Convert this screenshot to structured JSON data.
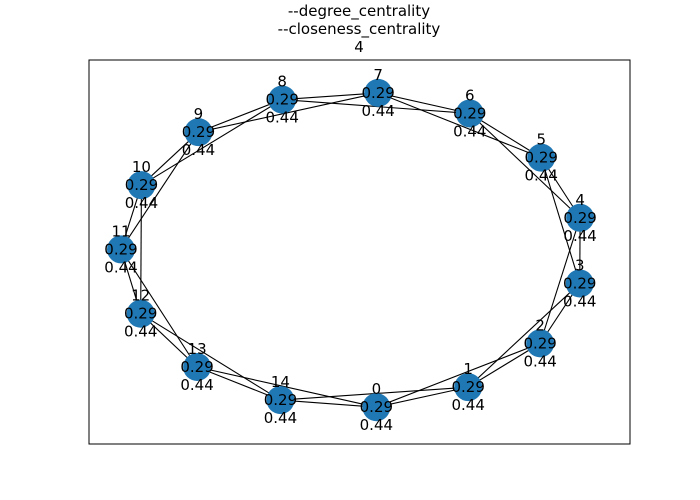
{
  "title_lines": [
    "--degree_centrality",
    "--closeness_centrality",
    "4"
  ],
  "node_color": "#1f77b4",
  "edge_color": "#000000",
  "graph": {
    "nodes": [
      {
        "id": "0",
        "degree_centrality": "0.29",
        "closeness_centrality": "0.44"
      },
      {
        "id": "1",
        "degree_centrality": "0.29",
        "closeness_centrality": "0.44"
      },
      {
        "id": "2",
        "degree_centrality": "0.29",
        "closeness_centrality": "0.44"
      },
      {
        "id": "3",
        "degree_centrality": "0.29",
        "closeness_centrality": "0.44"
      },
      {
        "id": "4",
        "degree_centrality": "0.29",
        "closeness_centrality": "0.44"
      },
      {
        "id": "5",
        "degree_centrality": "0.29",
        "closeness_centrality": "0.44"
      },
      {
        "id": "6",
        "degree_centrality": "0.29",
        "closeness_centrality": "0.44"
      },
      {
        "id": "7",
        "degree_centrality": "0.29",
        "closeness_centrality": "0.44"
      },
      {
        "id": "8",
        "degree_centrality": "0.29",
        "closeness_centrality": "0.44"
      },
      {
        "id": "9",
        "degree_centrality": "0.29",
        "closeness_centrality": "0.44"
      },
      {
        "id": "10",
        "degree_centrality": "0.29",
        "closeness_centrality": "0.44"
      },
      {
        "id": "11",
        "degree_centrality": "0.29",
        "closeness_centrality": "0.44"
      },
      {
        "id": "12",
        "degree_centrality": "0.29",
        "closeness_centrality": "0.44"
      },
      {
        "id": "13",
        "degree_centrality": "0.29",
        "closeness_centrality": "0.44"
      },
      {
        "id": "14",
        "degree_centrality": "0.29",
        "closeness_centrality": "0.44"
      }
    ],
    "edges": [
      [
        "0",
        "1"
      ],
      [
        "1",
        "2"
      ],
      [
        "2",
        "3"
      ],
      [
        "3",
        "4"
      ],
      [
        "4",
        "5"
      ],
      [
        "5",
        "6"
      ],
      [
        "6",
        "7"
      ],
      [
        "7",
        "8"
      ],
      [
        "8",
        "9"
      ],
      [
        "9",
        "10"
      ],
      [
        "10",
        "11"
      ],
      [
        "11",
        "12"
      ],
      [
        "12",
        "13"
      ],
      [
        "13",
        "14"
      ],
      [
        "14",
        "0"
      ],
      [
        "0",
        "2"
      ],
      [
        "1",
        "3"
      ],
      [
        "2",
        "4"
      ],
      [
        "3",
        "5"
      ],
      [
        "4",
        "6"
      ],
      [
        "5",
        "7"
      ],
      [
        "6",
        "8"
      ],
      [
        "7",
        "9"
      ],
      [
        "8",
        "10"
      ],
      [
        "9",
        "11"
      ],
      [
        "10",
        "12"
      ],
      [
        "11",
        "13"
      ],
      [
        "12",
        "14"
      ],
      [
        "13",
        "0"
      ],
      [
        "14",
        "1"
      ]
    ]
  }
}
